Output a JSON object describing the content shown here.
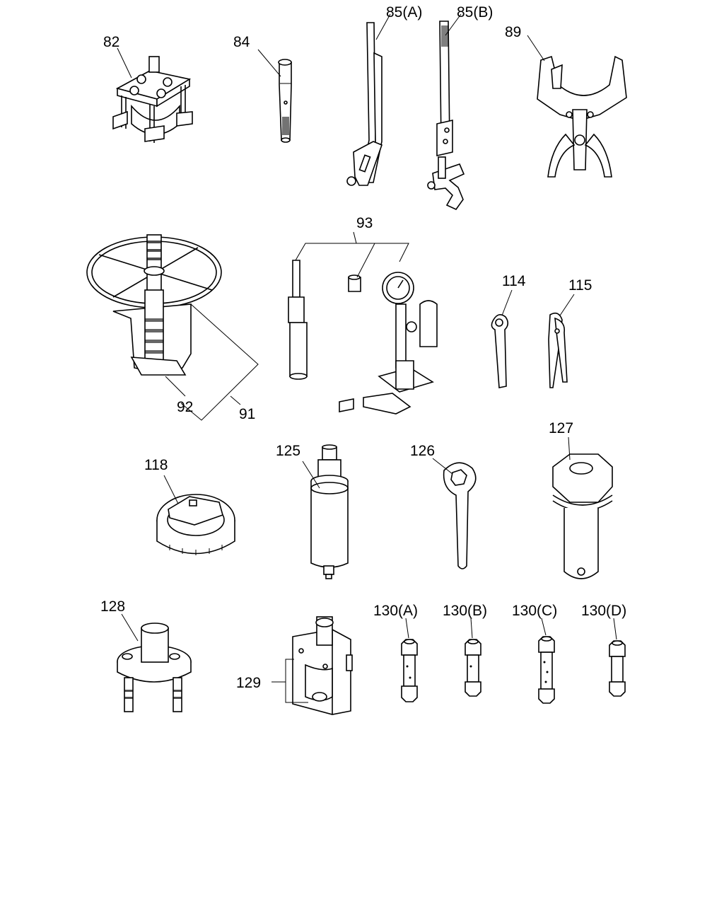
{
  "diagram": {
    "callouts": [
      {
        "id": "82",
        "label": "82"
      },
      {
        "id": "84",
        "label": "84"
      },
      {
        "id": "85a",
        "label": "85(A)"
      },
      {
        "id": "85b",
        "label": "85(B)"
      },
      {
        "id": "89",
        "label": "89"
      },
      {
        "id": "93",
        "label": "93"
      },
      {
        "id": "91",
        "label": "91"
      },
      {
        "id": "92",
        "label": "92"
      },
      {
        "id": "114",
        "label": "114"
      },
      {
        "id": "115",
        "label": "115"
      },
      {
        "id": "118",
        "label": "118"
      },
      {
        "id": "125",
        "label": "125"
      },
      {
        "id": "126",
        "label": "126"
      },
      {
        "id": "127",
        "label": "127"
      },
      {
        "id": "128",
        "label": "128"
      },
      {
        "id": "129",
        "label": "129"
      },
      {
        "id": "130a",
        "label": "130(A)"
      },
      {
        "id": "130b",
        "label": "130(B)"
      },
      {
        "id": "130c",
        "label": "130(C)"
      },
      {
        "id": "130d",
        "label": "130(D)"
      }
    ]
  }
}
